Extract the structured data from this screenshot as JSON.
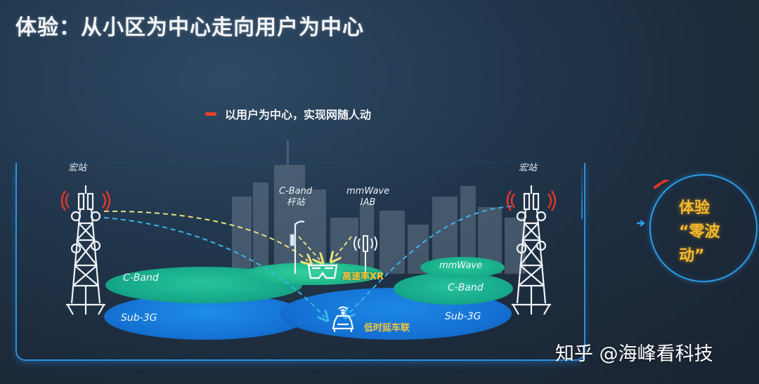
{
  "slide": {
    "title": "体验：从小区为中心走向用户为中心",
    "subtitle": "以用户为中心，实现网随人动",
    "subtitle_marker_color": "#e8402a"
  },
  "diagram": {
    "left_macro_site": {
      "label": "宏站"
    },
    "right_macro_site": {
      "label": "宏站"
    },
    "pole_site": {
      "label_line1": "C-Band",
      "label_line2": "杆站"
    },
    "iab_site": {
      "label_line1": "mmWave",
      "label_line2": "IAB"
    },
    "bands_left": [
      "C-Band",
      "Sub-3G"
    ],
    "bands_right": [
      "mmWave",
      "C-Band",
      "Sub-3G"
    ],
    "use_cases": [
      {
        "label": "高速率XR",
        "icon": "vr-glasses-icon"
      },
      {
        "label": "低时延车联",
        "icon": "connected-car-icon"
      }
    ],
    "colors": {
      "frame": "#2b8fe0",
      "c_band": "#17a98a",
      "sub_3g": "#1572d2",
      "dash_yellow": "#e8e27a",
      "dash_blue": "#3ab4ee",
      "signal_red": "#e0362a",
      "highlight_text": "#f6c43a"
    }
  },
  "badge": {
    "line1": "体验",
    "line2": "“零波",
    "line3": "动”",
    "ring_color": "#2a9de8",
    "text_color": "#f7b928"
  },
  "watermark": {
    "text": "知乎 @海峰看科技"
  }
}
